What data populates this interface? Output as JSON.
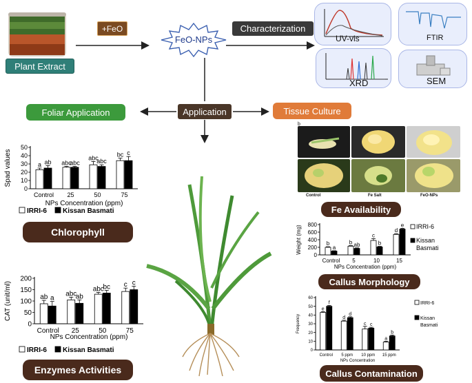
{
  "top": {
    "plant_extract": "Plant Extract",
    "feo_reagent": "+FeO",
    "center_label": "FeO-NPs",
    "characterization": "Characterization",
    "uv_label": "UV-vis",
    "ftir_label": "FTIR",
    "xrd_label": "XRD",
    "sem_label": "SEM",
    "application": "Application",
    "foliar": "Foliar Application",
    "tissue": "Tissue Culture"
  },
  "sections": {
    "chlorophyll": "Chlorophyll",
    "enzymes": "Enzymes Activities",
    "fe_availability": "Fe Availability",
    "callus_morphology": "Callus Morphology",
    "callus_contamination": "Callus Contamination"
  },
  "tissue_photos": {
    "label_b": "b",
    "captions": [
      "Control",
      "Fe Salt",
      "FeO-NPs"
    ]
  },
  "colors": {
    "bar_white": "#ffffff",
    "bar_black": "#000000",
    "brown": "#4a2a1c",
    "orange": "#e07b39",
    "green": "#3c9a3c",
    "teal": "#2f7f78"
  },
  "chart_data": [
    {
      "id": "spad",
      "type": "bar",
      "ylabel": "Spad values",
      "xlabel": "NPs Concentration (ppm)",
      "categories": [
        "Control",
        "25",
        "50",
        "75"
      ],
      "ylim": [
        0,
        50
      ],
      "yticks": [
        "0",
        "10",
        "20",
        "30",
        "40",
        "50"
      ],
      "series": [
        {
          "name": "IRRI-6",
          "values": [
            23,
            26,
            29,
            34
          ],
          "errors": [
            2,
            1,
            4,
            3
          ],
          "letters": [
            "a",
            "abc",
            "abc",
            "bc"
          ]
        },
        {
          "name": "Kissan Basmati",
          "values": [
            25,
            26,
            27,
            34
          ],
          "errors": [
            3,
            1,
            2,
            5
          ],
          "letters": [
            "ab",
            "abc",
            "abc",
            "c"
          ]
        }
      ]
    },
    {
      "id": "cat",
      "type": "bar",
      "ylabel": "CAT (unit/ml)",
      "xlabel": "NPs Concentration (ppm)",
      "categories": [
        "Control",
        "25",
        "50",
        "75"
      ],
      "ylim": [
        0,
        200
      ],
      "yticks": [
        "0",
        "50",
        "100",
        "150",
        "200"
      ],
      "series": [
        {
          "name": "IRRI-6",
          "values": [
            88,
            105,
            130,
            142
          ],
          "errors": [
            15,
            12,
            8,
            15
          ],
          "letters": [
            "ab",
            "abc",
            "abc",
            "c"
          ]
        },
        {
          "name": "Kissan Basmati",
          "values": [
            78,
            90,
            135,
            150
          ],
          "errors": [
            20,
            15,
            12,
            15
          ],
          "letters": [
            "a",
            "ab",
            "bc",
            "c"
          ]
        }
      ]
    },
    {
      "id": "weight",
      "type": "bar",
      "ylabel": "Weight (mg)",
      "xlabel": "NPs Concentration (ppm)",
      "categories": [
        "Control",
        "5",
        "10",
        "15"
      ],
      "ylim": [
        0,
        800
      ],
      "yticks": [
        "0",
        "200",
        "400",
        "600",
        "800"
      ],
      "series": [
        {
          "name": "IRRI-6",
          "values": [
            200,
            230,
            380,
            540
          ],
          "errors": [
            15,
            15,
            50,
            20
          ],
          "letters": [
            "b",
            "b",
            "c",
            "d"
          ]
        },
        {
          "name": "Kissan Basmati",
          "values": [
            100,
            170,
            210,
            680
          ],
          "errors": [
            10,
            15,
            15,
            20
          ],
          "letters": [
            "a",
            "ab",
            "b",
            "e"
          ]
        }
      ]
    },
    {
      "id": "freq",
      "type": "bar",
      "ylabel": "Frequency",
      "xlabel": "NPs Concentration",
      "categories": [
        "Control",
        "5 ppm",
        "10 ppm",
        "15 ppm"
      ],
      "ylim": [
        0,
        60
      ],
      "yticks": [
        "0",
        "10",
        "20",
        "30",
        "40",
        "50",
        "60"
      ],
      "series": [
        {
          "name": "IRRI-6",
          "values": [
            43,
            33,
            24,
            9
          ],
          "errors": [
            1,
            1,
            3,
            1
          ],
          "letters": [
            "e",
            "d",
            "c",
            "a"
          ]
        },
        {
          "name": "Kissan Basmati",
          "values": [
            50,
            37,
            25,
            16
          ],
          "errors": [
            1,
            1,
            1,
            1
          ],
          "letters": [
            "f",
            "d",
            "c",
            "b"
          ]
        }
      ]
    }
  ]
}
